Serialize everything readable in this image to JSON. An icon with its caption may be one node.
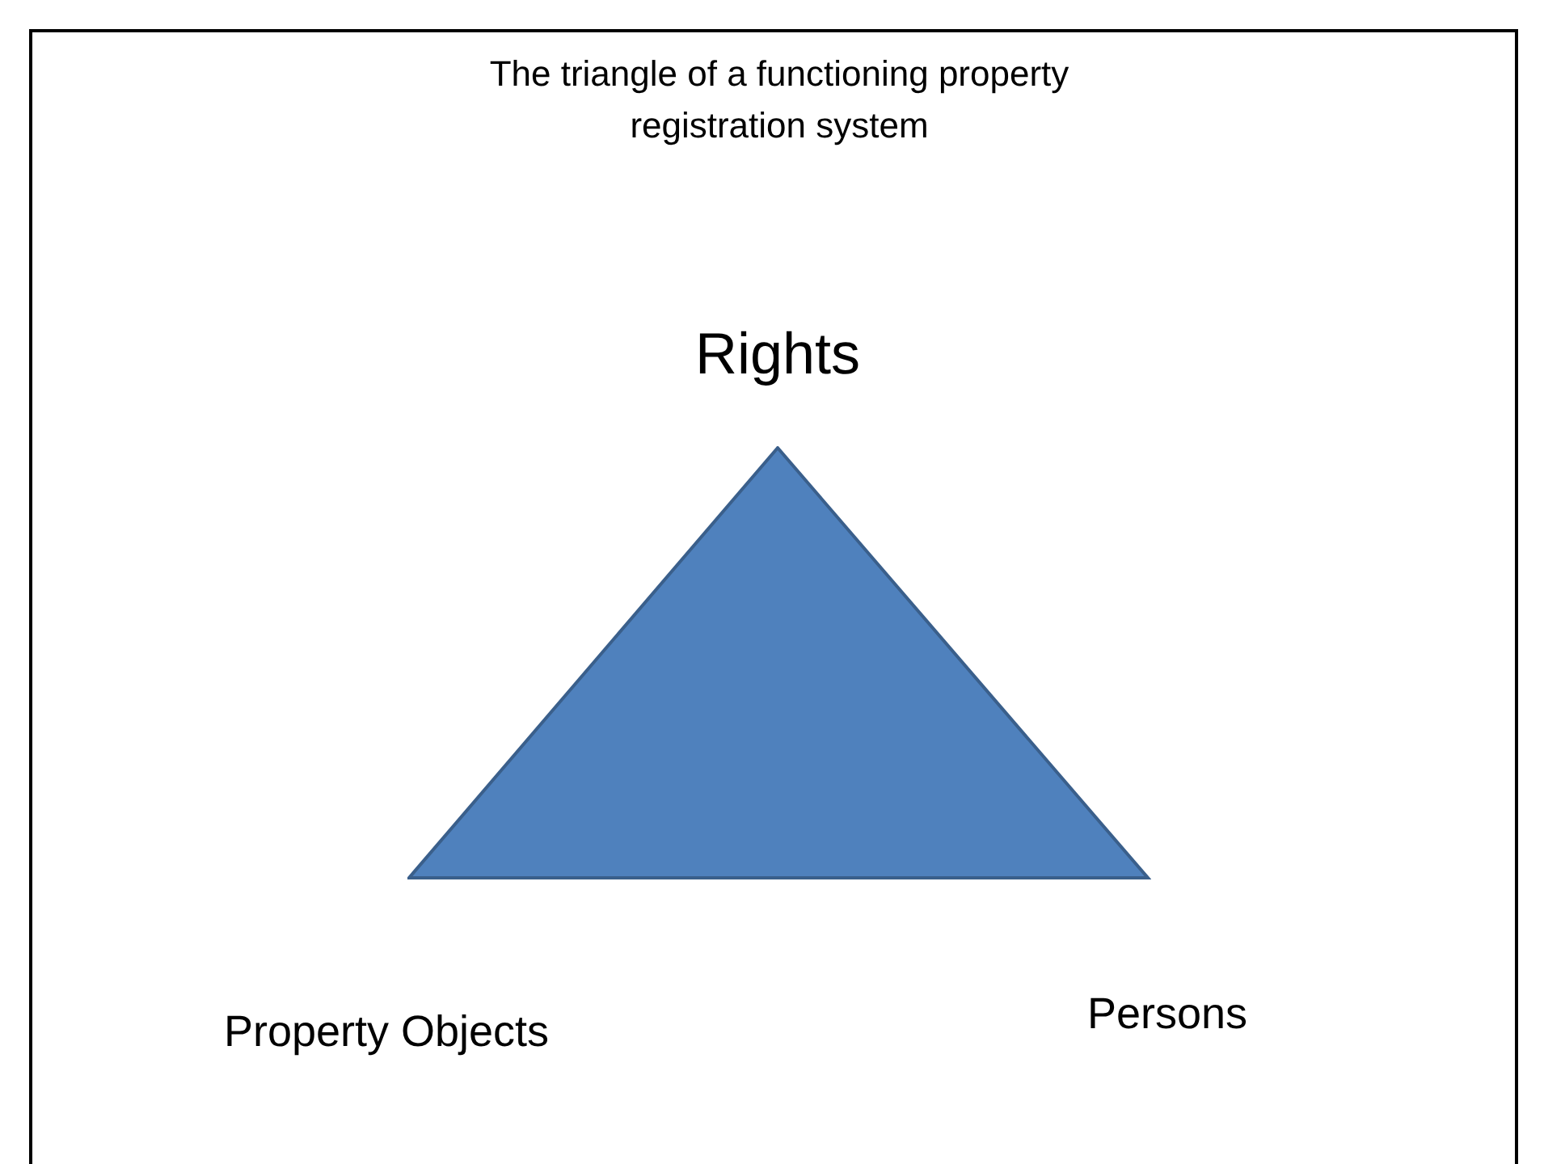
{
  "diagram": {
    "title": "The triangle of a functioning property registration system",
    "nodes": [
      {
        "text": [],
        "shape": "triangle",
        "beside": [
          "Rights",
          "Property Objects",
          "Persons"
        ]
      }
    ]
  }
}
